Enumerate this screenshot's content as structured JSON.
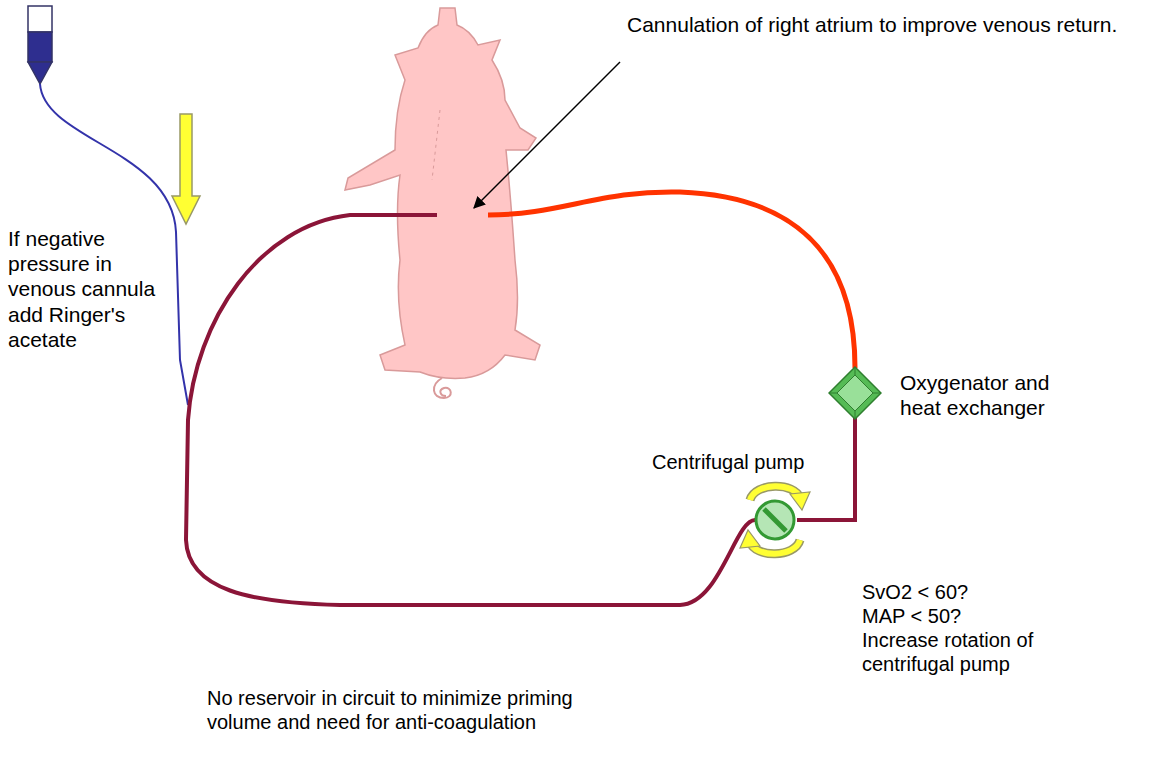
{
  "diagram": {
    "nodes": [
      {
        "text": [
          "Oxygenator and heat exchanger"
        ]
      },
      {
        "text": [
          "Centrifugal pump"
        ]
      }
    ],
    "edges": [
      {
        "from": 1,
        "to": 0,
        "arrow": "none"
      }
    ],
    "labels": [
      "Cannulation of right atrium to improve venous return.",
      "If negative pressure in venous cannula add Ringer's acetate",
      "SvO2 < 60?",
      "MAP < 50?",
      "Increase rotation of centrifugal pump",
      "No reservoir in circuit to minimize priming volume and need for anti-coagulation"
    ]
  }
}
